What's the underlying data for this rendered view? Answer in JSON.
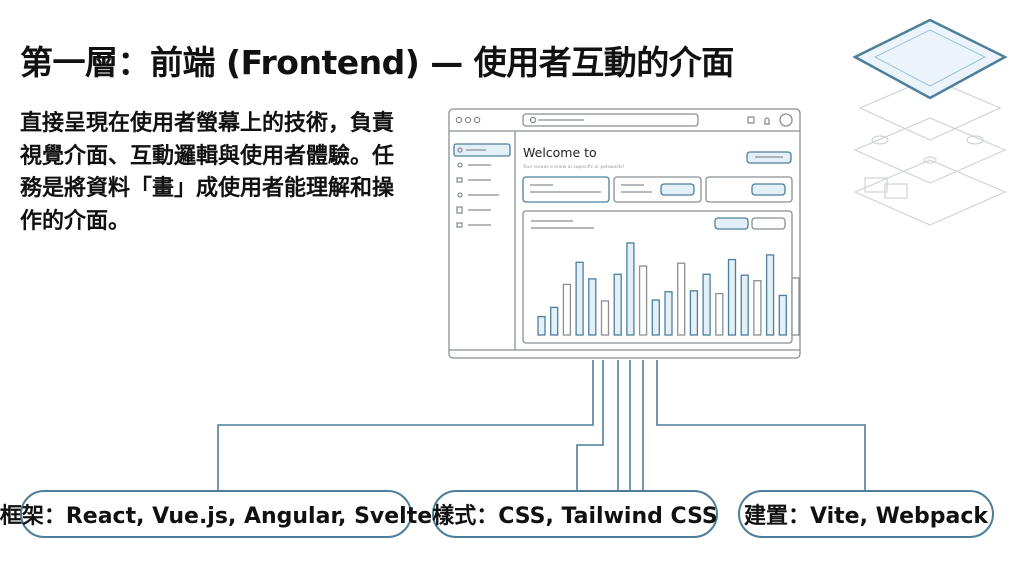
{
  "title": "第一層：前端 (Frontend) — 使用者互動的介面",
  "description": "直接呈現在使用者螢幕上的技術，負責視覺介面、互動邏輯與使用者體驗。任務是將資料「畫」成使用者能理解和操作的介面。",
  "mockup": {
    "heading": "Welcome to",
    "subtext": "Your ioeaas e enew ai supecific or pelowarts!",
    "bar_levels": [
      0.2,
      0.3,
      0.55,
      0.79,
      0.61,
      0.37,
      0.66,
      1.0,
      0.75,
      0.38,
      0.47,
      0.78,
      0.48,
      0.66,
      0.45,
      0.82,
      0.65,
      0.59,
      0.87,
      0.43,
      0.62
    ]
  },
  "categories": [
    {
      "label": "框架：React, Vue.js, Angular, Svelte"
    },
    {
      "label": "樣式：CSS, Tailwind CSS"
    },
    {
      "label": "建置：Vite, Webpack"
    }
  ],
  "colors": {
    "accent": "#4d7f9c",
    "fill": "#e3f0f7",
    "line": "#8a8f94"
  }
}
